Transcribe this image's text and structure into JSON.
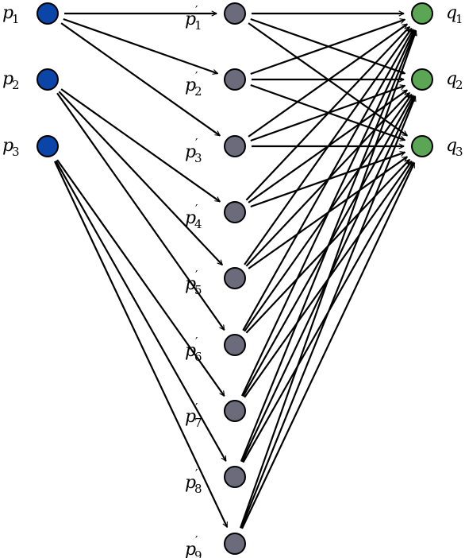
{
  "colors": {
    "left": "#0b45a8",
    "middle": "#6b6b7b",
    "right": "#5aa655",
    "edge": "#000000"
  },
  "nodes": {
    "left": [
      {
        "id": "p1",
        "base": "p",
        "sub": "1",
        "prime": ""
      },
      {
        "id": "p2",
        "base": "p",
        "sub": "2",
        "prime": ""
      },
      {
        "id": "p3",
        "base": "p",
        "sub": "3",
        "prime": ""
      }
    ],
    "middle": [
      {
        "id": "pp1",
        "base": "p",
        "sub": "1",
        "prime": "′"
      },
      {
        "id": "pp2",
        "base": "p",
        "sub": "2",
        "prime": "′"
      },
      {
        "id": "pp3",
        "base": "p",
        "sub": "3",
        "prime": "′"
      },
      {
        "id": "pp4",
        "base": "p",
        "sub": "4",
        "prime": "′"
      },
      {
        "id": "pp5",
        "base": "p",
        "sub": "5",
        "prime": "′"
      },
      {
        "id": "pp6",
        "base": "p",
        "sub": "6",
        "prime": "′"
      },
      {
        "id": "pp7",
        "base": "p",
        "sub": "7",
        "prime": "′"
      },
      {
        "id": "pp8",
        "base": "p",
        "sub": "8",
        "prime": "′"
      },
      {
        "id": "pp9",
        "base": "p",
        "sub": "9",
        "prime": "′"
      }
    ],
    "right": [
      {
        "id": "q1",
        "base": "q",
        "sub": "1",
        "prime": ""
      },
      {
        "id": "q2",
        "base": "q",
        "sub": "2",
        "prime": ""
      },
      {
        "id": "q3",
        "base": "q",
        "sub": "3",
        "prime": ""
      }
    ]
  },
  "edges": [
    [
      "p1",
      "pp1"
    ],
    [
      "p1",
      "pp2"
    ],
    [
      "p1",
      "pp3"
    ],
    [
      "p2",
      "pp4"
    ],
    [
      "p2",
      "pp5"
    ],
    [
      "p2",
      "pp6"
    ],
    [
      "p3",
      "pp7"
    ],
    [
      "p3",
      "pp8"
    ],
    [
      "p3",
      "pp9"
    ],
    [
      "pp1",
      "q1"
    ],
    [
      "pp1",
      "q2"
    ],
    [
      "pp1",
      "q3"
    ],
    [
      "pp2",
      "q1"
    ],
    [
      "pp2",
      "q2"
    ],
    [
      "pp2",
      "q3"
    ],
    [
      "pp3",
      "q1"
    ],
    [
      "pp3",
      "q2"
    ],
    [
      "pp3",
      "q3"
    ],
    [
      "pp4",
      "q1"
    ],
    [
      "pp4",
      "q2"
    ],
    [
      "pp4",
      "q3"
    ],
    [
      "pp5",
      "q1"
    ],
    [
      "pp5",
      "q2"
    ],
    [
      "pp5",
      "q3"
    ],
    [
      "pp6",
      "q1"
    ],
    [
      "pp6",
      "q2"
    ],
    [
      "pp6",
      "q3"
    ],
    [
      "pp7",
      "q1"
    ],
    [
      "pp7",
      "q2"
    ],
    [
      "pp7",
      "q3"
    ],
    [
      "pp8",
      "q1"
    ],
    [
      "pp8",
      "q2"
    ],
    [
      "pp8",
      "q3"
    ],
    [
      "pp9",
      "q1"
    ],
    [
      "pp9",
      "q2"
    ],
    [
      "pp9",
      "q3"
    ]
  ]
}
